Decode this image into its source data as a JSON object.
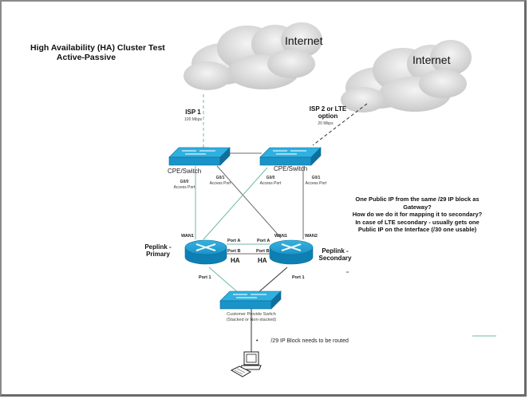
{
  "title": {
    "line1": "High Availability (HA) Cluster Test",
    "line2": "Active-Passive"
  },
  "clouds": [
    {
      "label": "Internet",
      "icon": "cloud-icon"
    },
    {
      "label": "Internet",
      "icon": "cloud-icon"
    }
  ],
  "isp1": {
    "label": "ISP 1",
    "speed": "100 Mbps"
  },
  "isp2": {
    "label_line1": "ISP 2 or LTE",
    "label_line2": "option",
    "speed": "20 Mbps"
  },
  "cpe_switches": [
    {
      "label": "CPE/Switch",
      "ports": [
        {
          "name": "G0/0",
          "role": "Access Port"
        },
        {
          "name": "G0/1",
          "role": "Access Port"
        }
      ]
    },
    {
      "label": "CPE/Switch",
      "ports": [
        {
          "name": "G0/0",
          "role": "Access Port"
        },
        {
          "name": "G0/1",
          "role": "Access Port"
        }
      ]
    }
  ],
  "routers": {
    "primary": {
      "line1": "Peplink -",
      "line2": "Primary",
      "wan": "WAN1",
      "port_a": "Port A",
      "port_b": "Port B",
      "ha": "HA",
      "port1": "Port 1"
    },
    "secondary": {
      "line1": "Peplink -",
      "line2": "Secondary",
      "wan1": "WAN1",
      "wan2": "WAN2",
      "port_a": "Port A",
      "port_b": "Port B",
      "ha": "HA",
      "port1": "Port 1"
    }
  },
  "note": {
    "line1": "One Public IP from the same /29 IP block as",
    "line2": "Gateway?",
    "line3": "How do we do it for mapping it to secondary?",
    "line4": "In case of LTE secondary - usually gets one",
    "line5": "Public IP on the Interface (/30 one usable)"
  },
  "customer_switch": {
    "line1": "Customer Provide Switch",
    "line2": "(Stacked or Non-stacked)"
  },
  "bullet": {
    "symbol": "•",
    "text": "/29 IP Block needs to be routed"
  },
  "colors": {
    "device_blue": "#1a9bd0",
    "device_dark": "#0b6d98",
    "link_teal": "#6fb9a8",
    "link_gray": "#6b6b6b"
  }
}
